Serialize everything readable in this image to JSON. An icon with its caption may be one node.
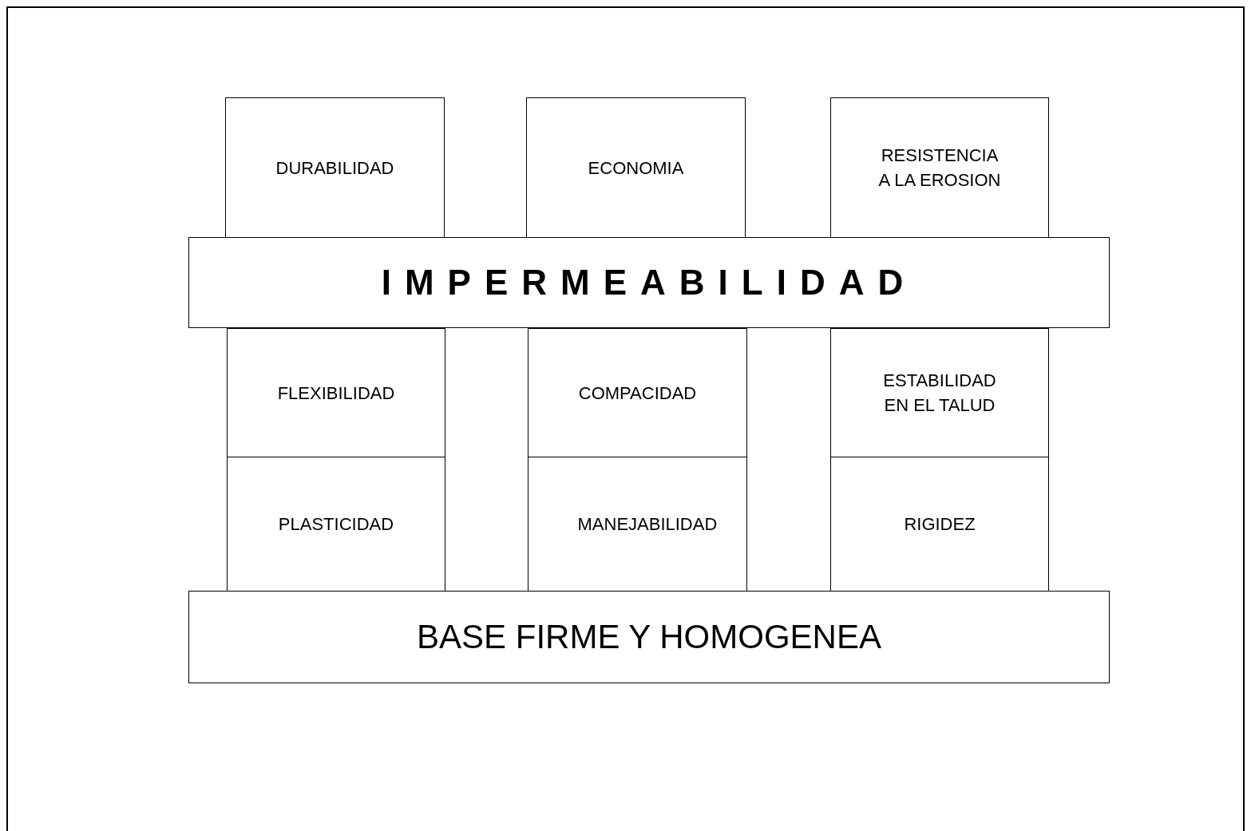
{
  "diagram": {
    "nodes": [
      {
        "text": [
          "DURABILIDAD"
        ]
      },
      {
        "text": [
          "ECONOMIA"
        ]
      },
      {
        "text": [
          "RESISTENCIA A LA EROSION"
        ]
      },
      {
        "text": [
          "IMPERMEABILIDAD"
        ]
      },
      {
        "text": [
          "FLEXIBILIDAD"
        ]
      },
      {
        "text": [
          "COMPACIDAD"
        ]
      },
      {
        "text": [
          "ESTABILIDAD EN EL TALUD"
        ]
      },
      {
        "text": [
          "PLASTICIDAD"
        ]
      },
      {
        "text": [
          "MANEJABILIDAD"
        ]
      },
      {
        "text": [
          "RIGIDEZ"
        ]
      },
      {
        "text": [
          "BASE FIRME Y HOMOGENEA"
        ]
      }
    ],
    "edges": []
  }
}
